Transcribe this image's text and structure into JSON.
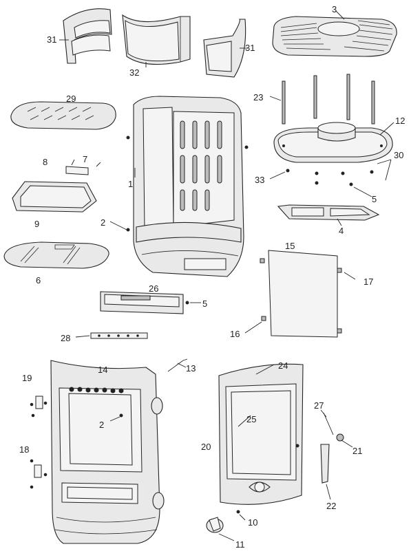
{
  "callouts": {
    "c1": "1",
    "c2a": "2",
    "c2b": "2",
    "c3": "3",
    "c4": "4",
    "c5a": "5",
    "c5b": "5",
    "c6": "6",
    "c7": "7",
    "c8": "8",
    "c9": "9",
    "c10": "10",
    "c11": "11",
    "c12": "12",
    "c13": "13",
    "c14": "14",
    "c15": "15",
    "c16": "16",
    "c17": "17",
    "c18": "18",
    "c19": "19",
    "c20": "20",
    "c21": "21",
    "c22": "22",
    "c23": "23",
    "c24": "24",
    "c25": "25",
    "c26": "26",
    "c27": "27",
    "c28": "28",
    "c29": "29",
    "c30": "30",
    "c31a": "31",
    "c31b": "31",
    "c32": "32",
    "c33": "33"
  }
}
